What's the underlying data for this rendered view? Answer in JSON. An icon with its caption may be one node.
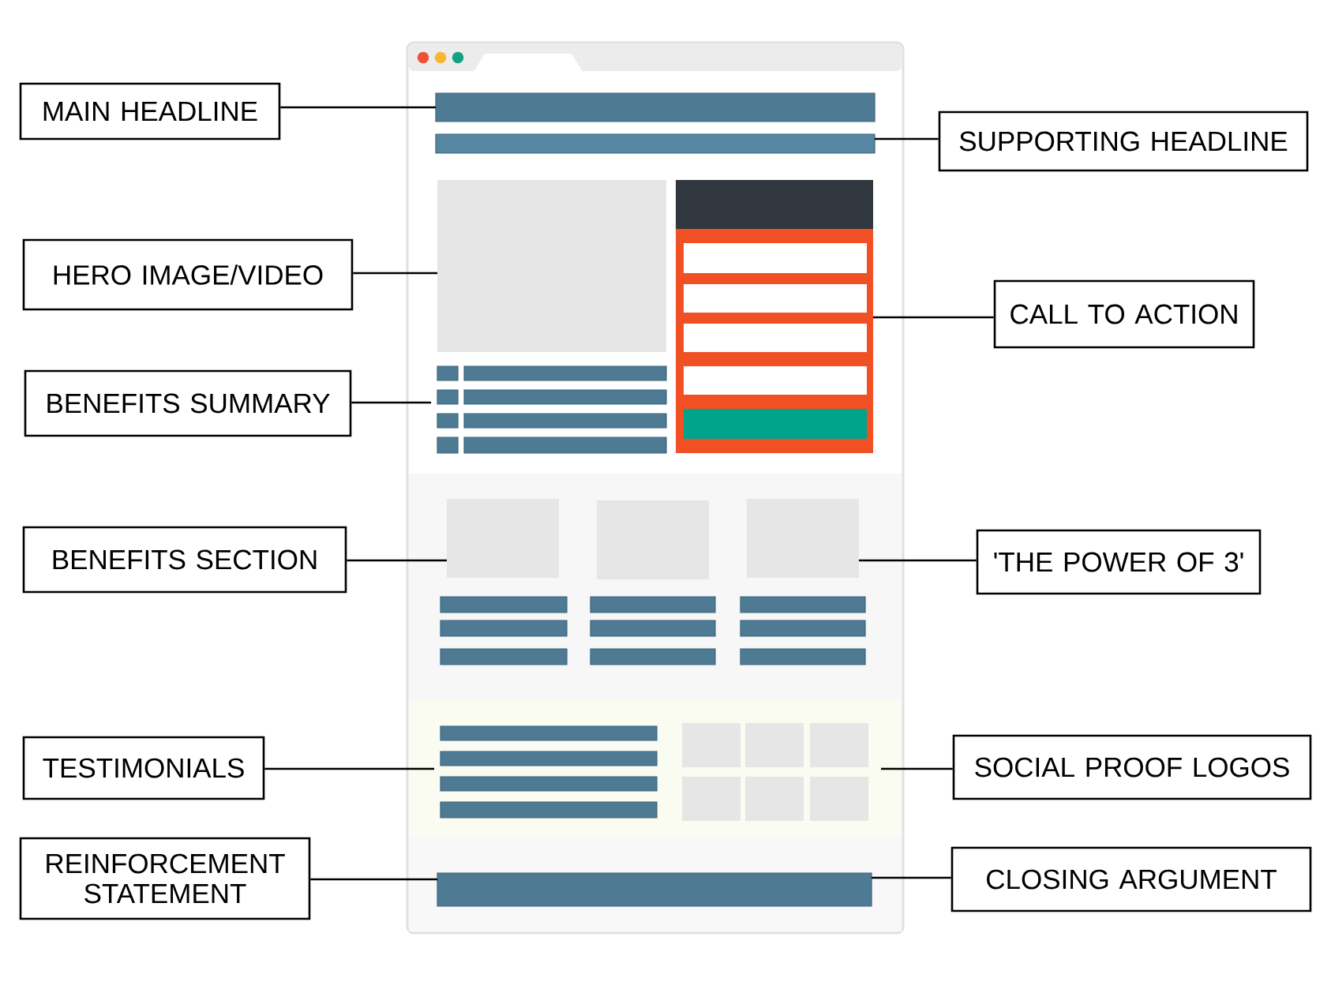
{
  "diagram": {
    "nodes": [
      {
        "text": [
          "MAIN HEADLINE"
        ]
      },
      {
        "text": [
          "SUPPORTING HEADLINE"
        ]
      },
      {
        "text": [
          "HERO IMAGE/VIDEO"
        ]
      },
      {
        "text": [
          "CALL TO ACTION"
        ]
      },
      {
        "text": [
          "BENEFITS SUMMARY"
        ]
      },
      {
        "text": [
          "BENEFITS SECTION"
        ]
      },
      {
        "text": [
          "'THE POWER OF 3'"
        ]
      },
      {
        "text": [
          "TESTIMONIALS"
        ]
      },
      {
        "text": [
          "SOCIAL PROOF LOGOS"
        ]
      },
      {
        "text": [
          "REINFORCEMENT STATEMENT"
        ]
      },
      {
        "text": [
          "CLOSING ARGUMENT"
        ]
      },
      {
        "text": [],
        "shape": "bar"
      },
      {
        "text": [],
        "shape": "bar"
      },
      {
        "text": [],
        "shape": "box"
      },
      {
        "text": [],
        "shape": "box"
      },
      {
        "text": [],
        "shape": "box"
      },
      {
        "text": [],
        "shape": "box"
      },
      {
        "text": [],
        "shape": "box"
      },
      {
        "text": [],
        "shape": "bar"
      }
    ],
    "edges": [
      {
        "from": 0,
        "to": 11,
        "arrow": "none"
      },
      {
        "from": 1,
        "to": 12,
        "arrow": "none"
      },
      {
        "from": 2,
        "to": 13,
        "arrow": "none"
      },
      {
        "from": 3,
        "to": 14,
        "arrow": "none"
      },
      {
        "from": 4,
        "to": null,
        "arrow": "none"
      },
      {
        "from": 5,
        "to": 15,
        "arrow": "none"
      },
      {
        "from": 6,
        "to": 17,
        "arrow": "none"
      },
      {
        "from": 7,
        "to": null,
        "arrow": "none"
      },
      {
        "from": 8,
        "to": null,
        "arrow": "none"
      },
      {
        "from": 9,
        "to": 18,
        "arrow": "none"
      },
      {
        "from": 10,
        "to": 18,
        "arrow": "none"
      }
    ]
  }
}
